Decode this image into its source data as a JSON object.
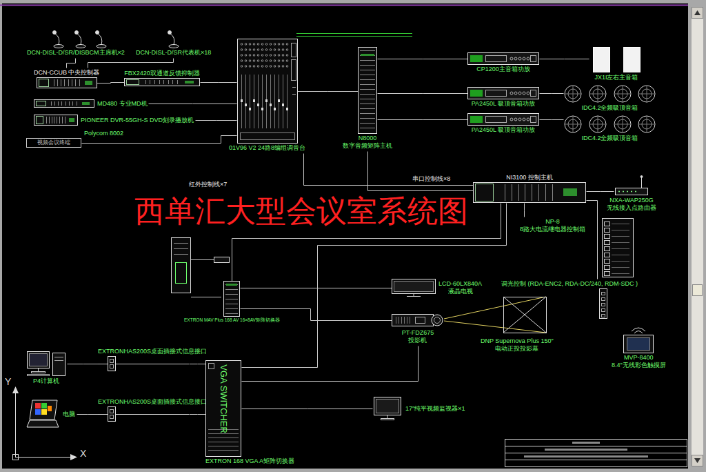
{
  "diagram": {
    "title": "西单汇大型会议室系统图",
    "nodes": [
      {
        "text": [
          "DCN-DISL-D/SR/DISBCM主席机×2"
        ]
      },
      {
        "text": [
          "DCN-DISL-D/SR代表机×18"
        ]
      },
      {
        "text": [
          "DCN-CCUB 中央控制器"
        ]
      },
      {
        "text": [
          "FBX2420双通道反馈抑制器"
        ]
      },
      {
        "text": [
          "MD480 专业MD机"
        ]
      },
      {
        "text": [
          "PIONEER DVR-55GH-S DVD刻录播放机"
        ]
      },
      {
        "text": [
          "Polycom 8002"
        ]
      },
      {
        "text": [
          "视频会议终端"
        ]
      },
      {
        "text": [
          "01V96 V2 24路8编组调音台"
        ]
      },
      {
        "text": [
          "N8000",
          "数字音频矩阵主机"
        ]
      },
      {
        "text": [
          "CP1200主音箱功放"
        ]
      },
      {
        "text": [
          "PA2450L 吸顶音箱功放"
        ]
      },
      {
        "text": [
          "PA2450L 吸顶音箱功放"
        ]
      },
      {
        "text": [
          "JX1I左右主音箱"
        ]
      },
      {
        "text": [
          "IDC4.2全频吸顶音箱"
        ]
      },
      {
        "text": [
          "IDC4.2全频吸顶音箱"
        ]
      },
      {
        "text": [
          "NI3100 控制主机"
        ]
      },
      {
        "text": [
          "NXA-WAP250G",
          "无线接入点路由器"
        ]
      },
      {
        "text": [
          "NP-8",
          "8路大电流继电器控制箱"
        ]
      },
      {
        "text": [
          "LCD-60LX840A",
          "液晶电视"
        ]
      },
      {
        "text": [
          "调光控制 (RDA-ENC2, RDA-DC/240, RDM-SDC )"
        ]
      },
      {
        "text": [
          "PT-FDZ675",
          "投影机"
        ]
      },
      {
        "text": [
          "DNP Supernova Plus 150″",
          "电动正投投影幕"
        ]
      },
      {
        "text": [
          "MVP-8400",
          "8.4″无线彩色触摸屏"
        ]
      },
      {
        "text": [
          "EXTRON MAV Plus 168 AV 16×8AV矩阵切换器"
        ]
      },
      {
        "text": [
          "EXTRONHAS200S桌面插接式信息接口"
        ]
      },
      {
        "text": [
          "P4计算机"
        ]
      },
      {
        "text": [
          "EXTRONHAS200S桌面插接式信息接口"
        ]
      },
      {
        "text": [
          "电脑"
        ]
      },
      {
        "text": [
          "VGA SWITCHER",
          "EXTRON 168 VGA A矩阵切换器"
        ]
      },
      {
        "text": [
          "17″纯平视频监视器×1"
        ]
      }
    ],
    "edges": [
      {
        "from": 2,
        "to": 0,
        "arrow": "none"
      },
      {
        "from": 2,
        "to": 1,
        "arrow": "none"
      },
      {
        "from": 2,
        "to": 3,
        "arrow": "none"
      },
      {
        "from": 3,
        "to": 8,
        "arrow": "none"
      },
      {
        "from": 4,
        "to": 8,
        "arrow": "none"
      },
      {
        "from": 5,
        "to": 8,
        "arrow": "none"
      },
      {
        "from": 7,
        "to": 8,
        "arrow": "none"
      },
      {
        "from": 8,
        "to": 9,
        "arrow": "none"
      },
      {
        "from": 9,
        "to": 10,
        "arrow": "none"
      },
      {
        "from": 9,
        "to": 11,
        "arrow": "none"
      },
      {
        "from": 9,
        "to": 12,
        "arrow": "none"
      },
      {
        "from": 10,
        "to": 13,
        "arrow": "none"
      },
      {
        "from": 11,
        "to": 14,
        "arrow": "none"
      },
      {
        "from": 12,
        "to": 15,
        "arrow": "none"
      },
      {
        "from": 16,
        "to": 8,
        "arrow": "none"
      },
      {
        "from": 16,
        "to": 9,
        "arrow": "none"
      },
      {
        "from": 16,
        "to": 17,
        "arrow": "none"
      },
      {
        "from": 16,
        "to": 18,
        "arrow": "none"
      },
      {
        "from": 16,
        "to": 20,
        "arrow": "none"
      },
      {
        "from": 16,
        "to": 24,
        "arrow": "none"
      },
      {
        "from": 16,
        "to": 29,
        "arrow": "none"
      },
      {
        "from": 24,
        "to": 19,
        "arrow": "none"
      },
      {
        "from": 24,
        "to": 21,
        "arrow": "none"
      },
      {
        "from": 29,
        "to": 21,
        "arrow": "none"
      },
      {
        "from": 29,
        "to": 30,
        "arrow": "none"
      },
      {
        "from": 26,
        "to": 25,
        "arrow": "none"
      },
      {
        "from": 25,
        "to": 29,
        "arrow": "none"
      },
      {
        "from": 28,
        "to": 27,
        "arrow": "none"
      },
      {
        "from": 27,
        "to": 29,
        "arrow": "none"
      }
    ],
    "labels": [
      "红外控制线×7",
      "串口控制线×8",
      "Y",
      "X"
    ]
  }
}
